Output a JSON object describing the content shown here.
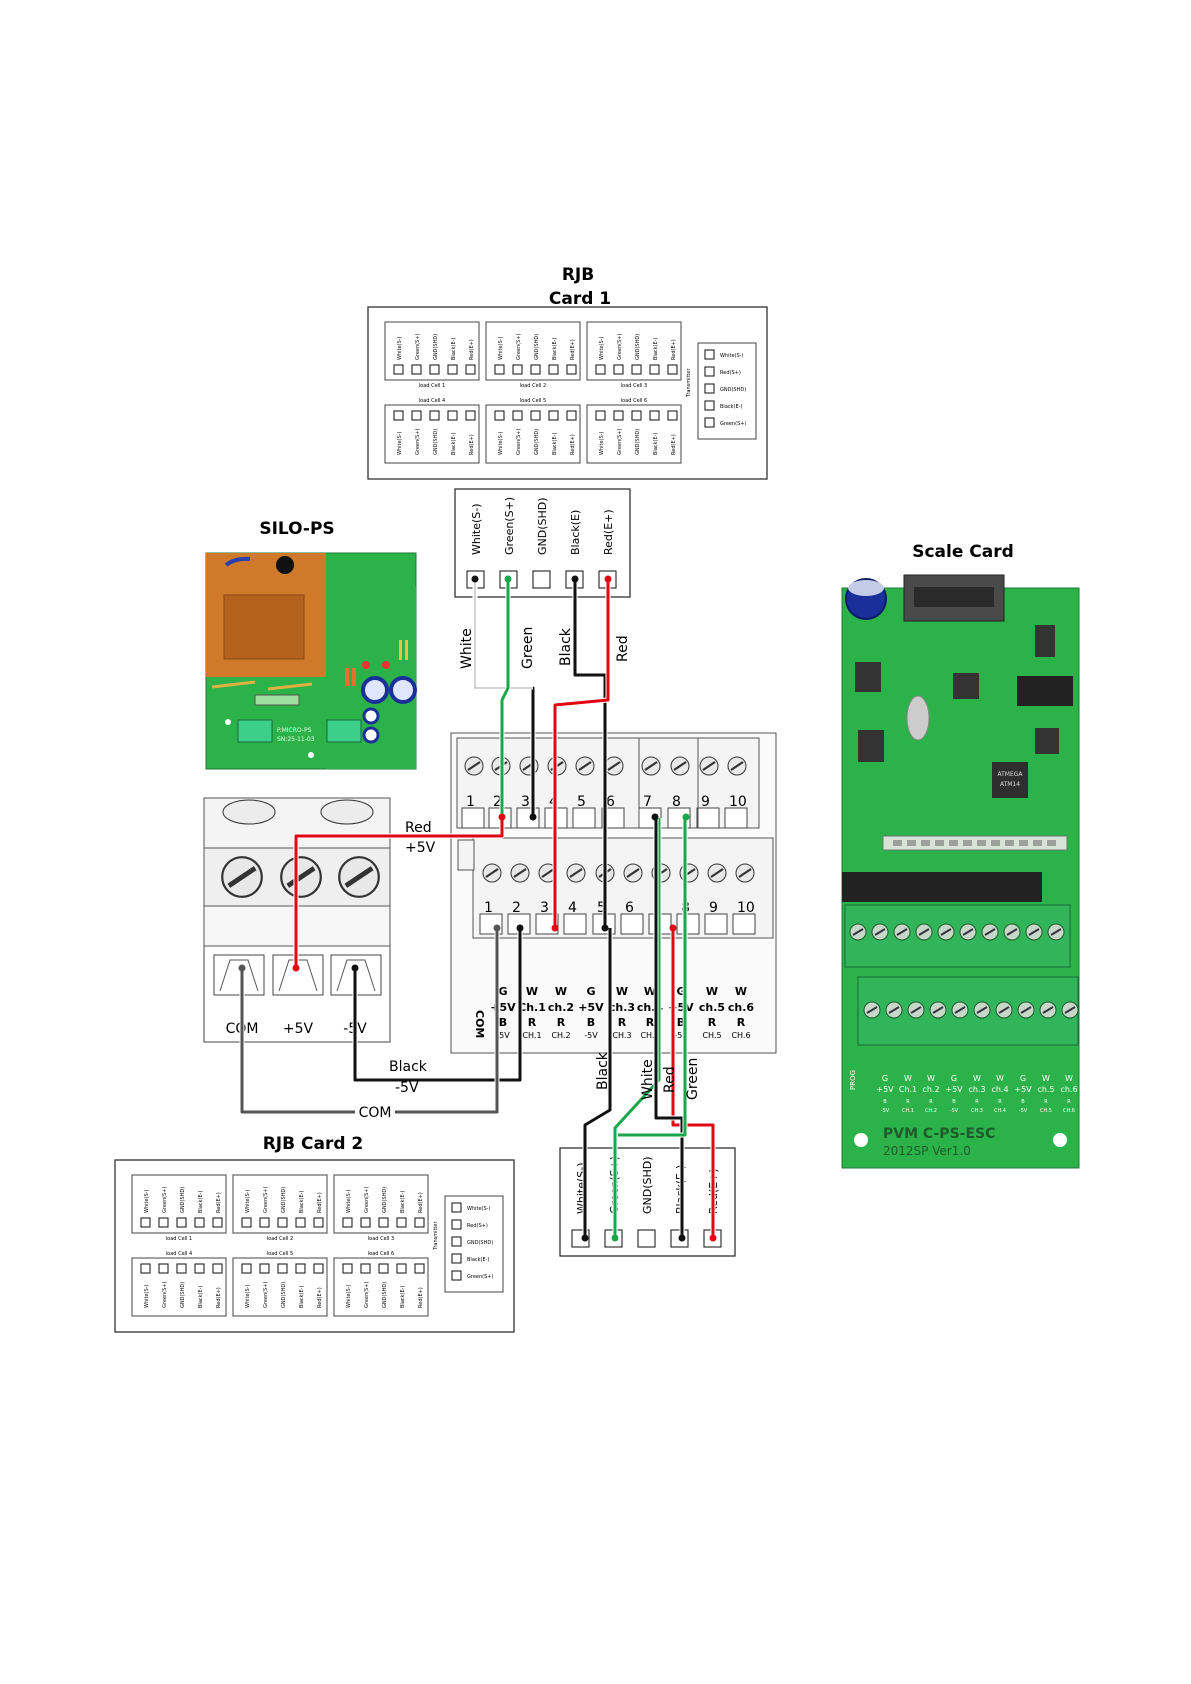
{
  "titles": {
    "rjb1_line1": "RJB",
    "rjb1_line2": "Card 1",
    "silo_ps": "SILO-PS",
    "scale_card": "Scale Card",
    "rjb2": "RJB Card 2"
  },
  "rjb_card": {
    "pins": [
      "White(S-)",
      "Green(S+)",
      "GND(SHD)",
      "Black(E-)",
      "Red(E+)"
    ],
    "cells": [
      "load Cell 1",
      "load Cell 2",
      "load Cell 3",
      "load Cell 4",
      "load Cell 5",
      "load Cell 6"
    ],
    "transmitter": [
      "White(S-)",
      "Red(S+)",
      "GND(SHD)",
      "Black(E-)",
      "Green(S+)"
    ],
    "side_label": "Transmitter"
  },
  "connector_top": {
    "pins": [
      "White(S-)",
      "Green(S+)",
      "GND(SHD)",
      "Black(E)",
      "Red(E+)"
    ]
  },
  "connector_bottom": {
    "pins": [
      "White(S-)",
      "Green(S+)",
      "GND(SHD)",
      "Black(E-)",
      "Red(E+)"
    ]
  },
  "wires_top": [
    "White",
    "Green",
    "Black",
    "Red"
  ],
  "wires_bottom": [
    "Black",
    "White",
    "Red",
    "Green"
  ],
  "terminal_top_numbers": [
    "1",
    "2",
    "3",
    "4",
    "5",
    "6",
    "7",
    "8",
    "9",
    "10"
  ],
  "terminal_bottom_numbers": [
    "1",
    "2",
    "3",
    "4",
    "5",
    "6",
    "7",
    "8",
    "9",
    "10"
  ],
  "channel_labels": {
    "com": "COM",
    "top": [
      "G",
      "W",
      "W",
      "G",
      "W",
      "W",
      "G",
      "W",
      "W"
    ],
    "mid": [
      "+5V",
      "Ch.1",
      "ch.2",
      "+5V",
      "ch.3",
      "ch.4",
      "+5V",
      "ch.5",
      "ch.6"
    ],
    "bot": [
      "B",
      "R",
      "R",
      "B",
      "R",
      "R",
      "B",
      "R",
      "R"
    ],
    "sub": [
      "-5V",
      "CH.1",
      "CH.2",
      "-5V",
      "CH.3",
      "CH.4",
      "-5V",
      "CH.5",
      "CH.6"
    ]
  },
  "psu": {
    "terminals": [
      "COM",
      "+5V",
      "-5V"
    ],
    "wire_red": [
      "Red",
      "+5V"
    ],
    "wire_black": [
      "Black",
      "-5V"
    ],
    "wire_com": "COM"
  },
  "silo_ps_board": {
    "line1": "P.MICRO-PS",
    "line2": "SN:25-11-03"
  },
  "scale_card_board": {
    "silk": "PVM C-PS-ESC",
    "silk2": "2012SP Ver1.0",
    "chip1": "ATMEGA",
    "chip2": "ATM14",
    "channel_top": [
      "G",
      "W",
      "W",
      "G",
      "W",
      "W",
      "G",
      "W",
      "W"
    ],
    "channel_mid": [
      "+5V",
      "Ch.1",
      "ch.2",
      "+5V",
      "ch.3",
      "ch.4",
      "+5V",
      "ch.5",
      "ch.6"
    ],
    "channel_bot": [
      "B",
      "R",
      "R",
      "B",
      "R",
      "R",
      "B",
      "R",
      "R"
    ],
    "channel_sub": [
      "-5V",
      "CH.1",
      "CH.2",
      "-5V",
      "CH.3",
      "CH.4",
      "-5V",
      "CH.5",
      "CH.6"
    ],
    "side": "PROG"
  },
  "colors": {
    "red": "#e30613",
    "green": "#1aa64a",
    "black": "#111111",
    "gray": "#555555",
    "pcb": "#2bb34a"
  }
}
